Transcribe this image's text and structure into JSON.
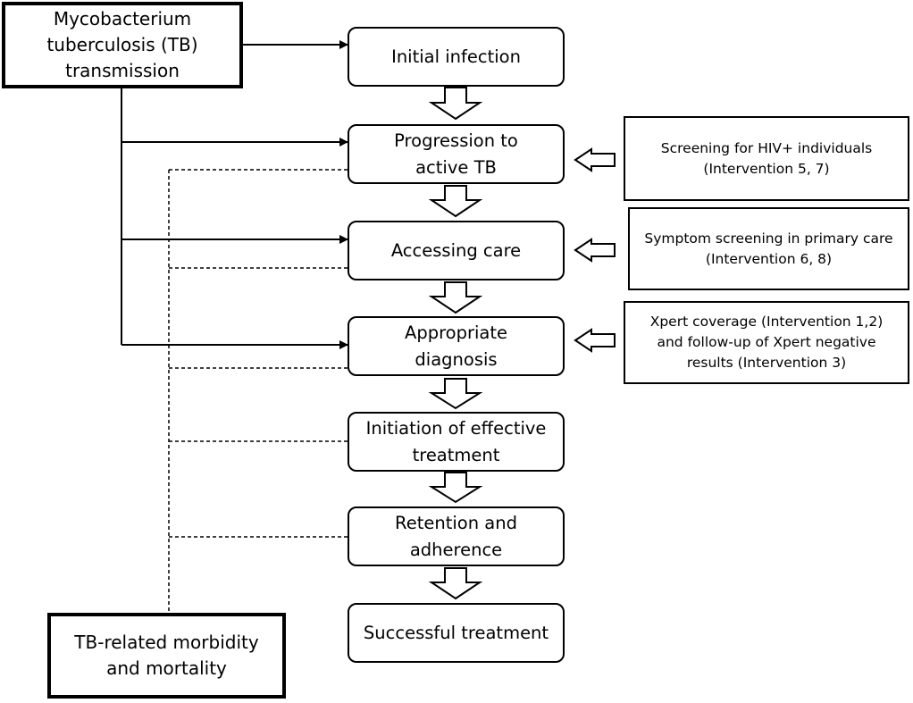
{
  "source_box": {
    "label": "Mycobacterium\ntuberculosis (TB)\ntransmission"
  },
  "outcome_box": {
    "label": "TB-related morbidity\nand mortality"
  },
  "stages": [
    {
      "label": "Initial infection"
    },
    {
      "label": "Progression to\nactive TB"
    },
    {
      "label": "Accessing care"
    },
    {
      "label": "Appropriate\ndiagnosis"
    },
    {
      "label": "Initiation of effective\ntreatment"
    },
    {
      "label": "Retention and\nadherence"
    },
    {
      "label": "Successful treatment"
    }
  ],
  "interventions": [
    {
      "label": "Screening for HIV+ individuals\n(Intervention 5, 7)"
    },
    {
      "label": "Symptom screening in primary care\n(Intervention 6, 8)"
    },
    {
      "label": "Xpert coverage (Intervention 1,2)\nand follow-up of Xpert negative\nresults (Intervention 3)"
    }
  ]
}
